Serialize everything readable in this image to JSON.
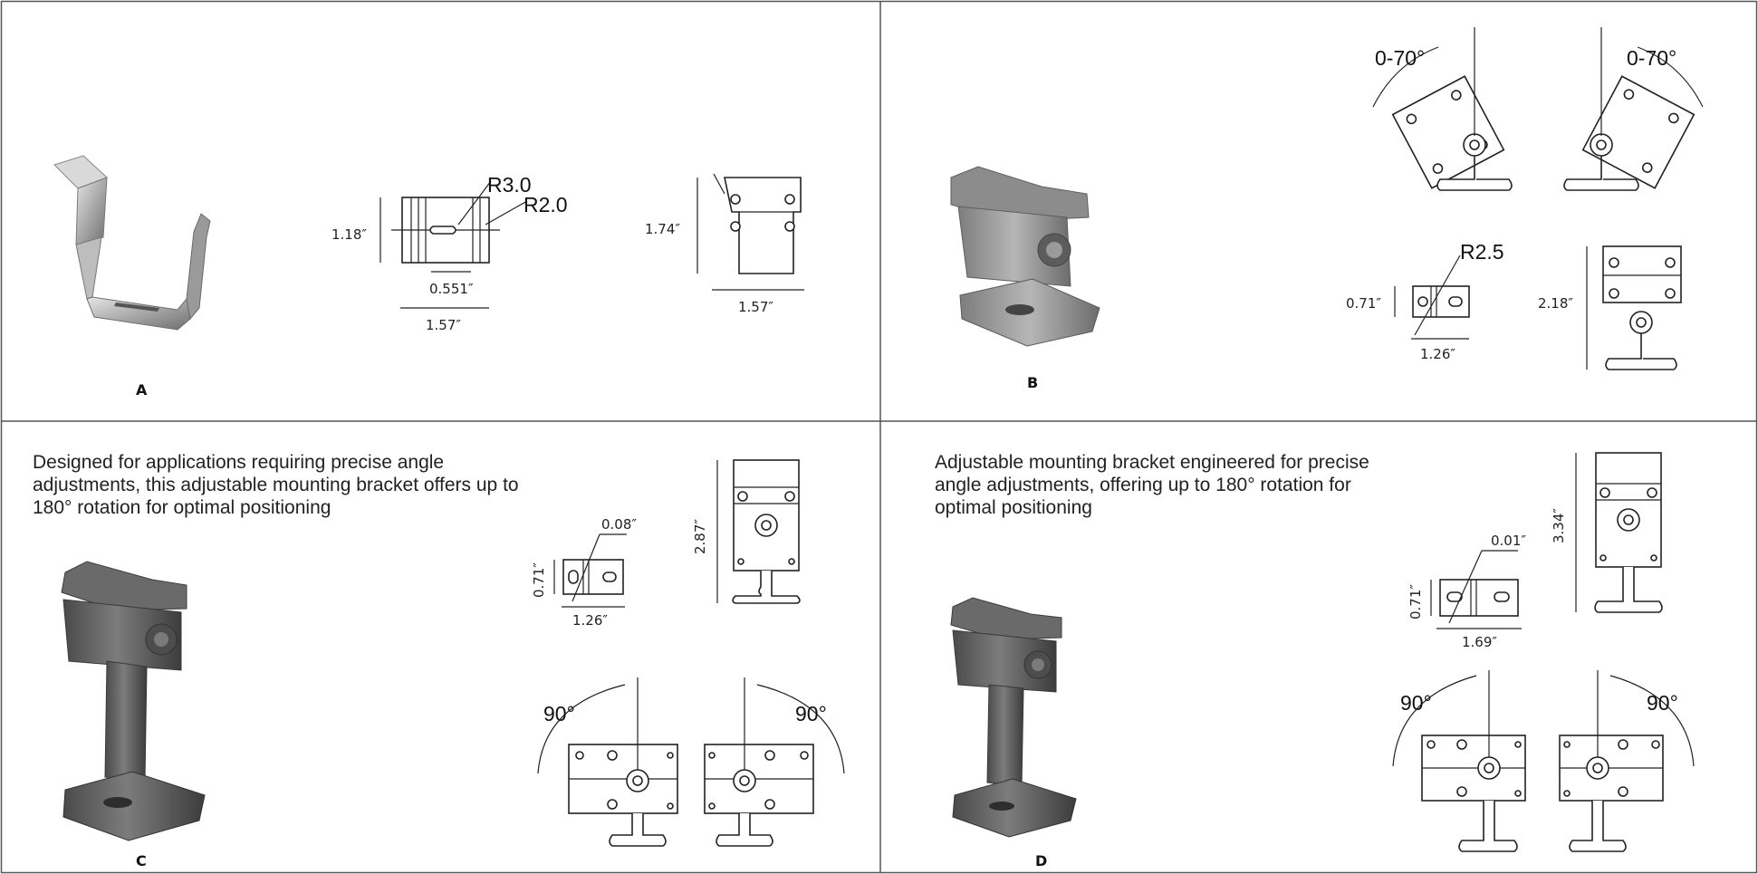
{
  "panels": {
    "a": {
      "label": "A",
      "front": {
        "height": "1.18″",
        "slot": "0.551″",
        "width": "1.57″",
        "radius_1": "R3.0",
        "radius_2": "R2.0"
      },
      "side": {
        "height": "1.74″",
        "width": "1.57″"
      }
    },
    "b": {
      "label": "B",
      "angle_left": "0-70°",
      "angle_right": "0-70°",
      "base": {
        "height": "0.71″",
        "width": "1.26″",
        "radius": "R2.5"
      },
      "side": {
        "height": "2.18″"
      }
    },
    "c": {
      "label": "C",
      "description": "Designed for applications requiring precise angle adjustments, this adjustable mounting bracket offers up to 180° rotation for optimal positioning",
      "base": {
        "height": "0.71″",
        "width": "1.26″",
        "gap": "0.08″"
      },
      "side": {
        "height": "2.87″"
      },
      "angle_left": "90°",
      "angle_right": "90°"
    },
    "d": {
      "label": "D",
      "description": "Adjustable mounting bracket engineered for precise angle adjustments, offering up to 180° rotation for optimal positioning",
      "base": {
        "height": "0.71″",
        "width": "1.69″",
        "gap": "0.01″"
      },
      "side": {
        "height": "3.34″"
      },
      "angle_left": "90°",
      "angle_right": "90°"
    }
  }
}
